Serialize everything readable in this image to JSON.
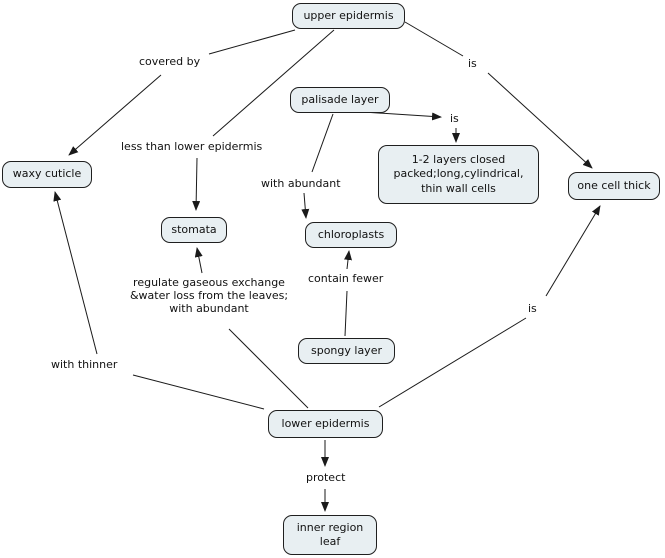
{
  "colors": {
    "background": "#ffffff",
    "node_fill": "#e8eff2",
    "node_border": "#1f1f1f",
    "line": "#1a1a1a",
    "text": "#111111"
  },
  "nodes": {
    "upper_epidermis": {
      "label": "upper epidermis"
    },
    "palisade_layer": {
      "label": "palisade layer"
    },
    "palisade_traits": {
      "label": "1-2 layers closed packed;long,cylindrical, thin wall cells"
    },
    "one_cell_thick": {
      "label": "one cell thick"
    },
    "waxy_cuticle": {
      "label": "waxy cuticle"
    },
    "stomata": {
      "label": "stomata"
    },
    "chloroplasts": {
      "label": "chloroplasts"
    },
    "spongy_layer": {
      "label": "spongy layer"
    },
    "lower_epidermis": {
      "label": "lower epidermis"
    },
    "inner_region_leaf": {
      "label": "inner region leaf"
    }
  },
  "link_labels": {
    "covered_by": "covered by",
    "less_than_lower_epidermis": "less than lower epidermis",
    "is_upper": "is",
    "is_palisade": "is",
    "with_abundant": "with abundant",
    "regulate": "regulate gaseous exchange &water loss from the leaves; with abundant",
    "contain_fewer": "contain fewer",
    "with_thinner": "with thinner",
    "is_lower": "is",
    "protect": "protect"
  },
  "edges": [
    {
      "from": "upper epidermis",
      "label": "covered by",
      "to": "waxy cuticle"
    },
    {
      "from": "upper epidermis",
      "label": "less than lower epidermis",
      "to": "stomata"
    },
    {
      "from": "upper epidermis",
      "label": "is",
      "to": "one cell thick"
    },
    {
      "from": "palisade layer",
      "label": "is",
      "to": "1-2 layers closed packed;long,cylindrical, thin wall cells"
    },
    {
      "from": "palisade layer",
      "label": "with abundant",
      "to": "chloroplasts"
    },
    {
      "from": "spongy layer",
      "label": "contain fewer",
      "to": "chloroplasts"
    },
    {
      "from": "lower epidermis",
      "label": "regulate gaseous exchange &water loss from the leaves; with abundant",
      "to": "stomata"
    },
    {
      "from": "lower epidermis",
      "label": "with thinner",
      "to": "waxy cuticle"
    },
    {
      "from": "lower epidermis",
      "label": "is",
      "to": "one cell thick"
    },
    {
      "from": "lower epidermis",
      "label": "protect",
      "to": "inner region leaf"
    }
  ]
}
